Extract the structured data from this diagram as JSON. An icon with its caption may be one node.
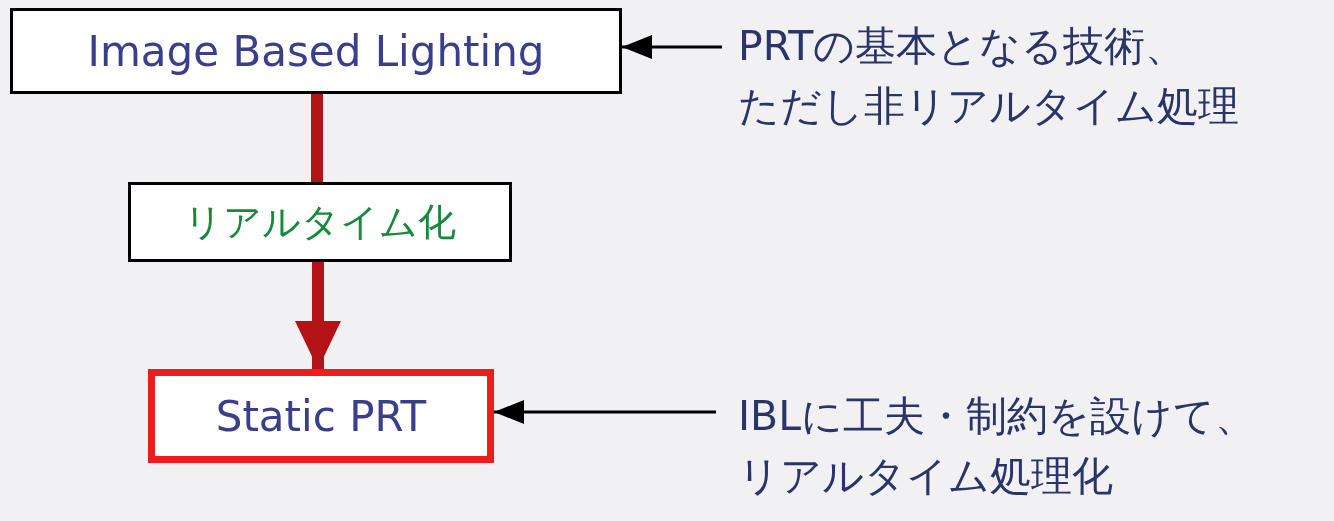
{
  "diagram": {
    "nodes": [
      {
        "text": [
          "Image Based Lighting"
        ]
      },
      {
        "text": [
          "リアルタイム化"
        ]
      },
      {
        "text": [
          "Static PRT"
        ]
      },
      {
        "text": [
          "PRTの基本となる技術、ただし非リアルタイム処理"
        ]
      },
      {
        "text": [
          "IBLに工夫・制約を設けて、リアルタイム処理化"
        ]
      }
    ],
    "edges": [
      {
        "from": 0,
        "to": 1,
        "arrow": "none",
        "style": "thick",
        "color": "#b31217"
      },
      {
        "from": 1,
        "to": 2,
        "arrow": "to",
        "style": "thick",
        "color": "#b31217"
      },
      {
        "from": 3,
        "to": 0,
        "arrow": "to",
        "color": "#000000"
      },
      {
        "from": 4,
        "to": 2,
        "arrow": "to",
        "color": "#000000"
      }
    ]
  }
}
